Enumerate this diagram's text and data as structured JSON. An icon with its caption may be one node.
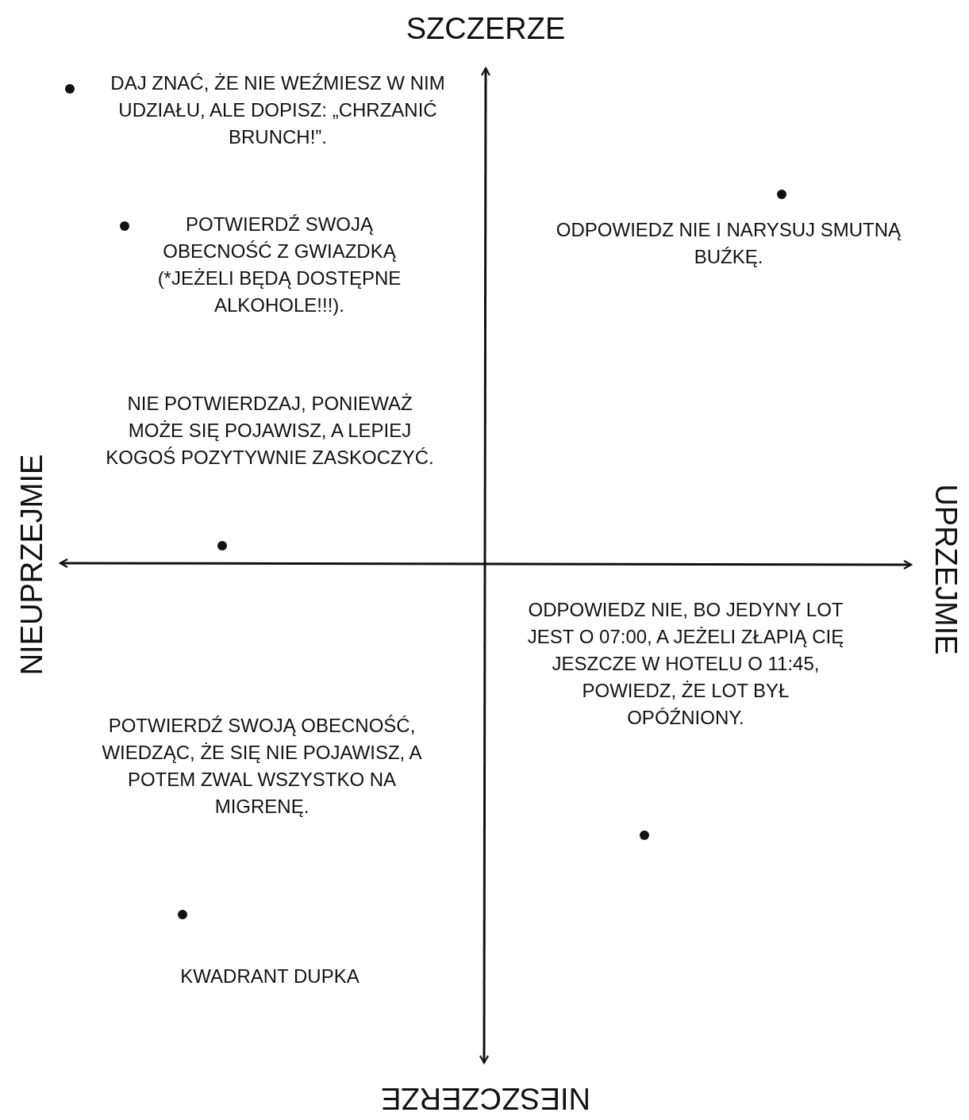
{
  "diagram": {
    "labels": [
      "SZCZERZE",
      "DAJ ZNAĆ, ŻE NIE WEŹMIESZ W NIM UDZIAŁU, ALE DOPISZ: „CHRZANIĆ BRUNCH!”.",
      "POTWIERDŹ SWOJĄ OBECNOŚĆ Z GWIAZDKĄ (*JEŻELI BĘDĄ DOSTĘPNE ALKOHOLE!!!).",
      "ODPOWIEDZ NIE I NARYSUJ SMUTNĄ BUŹKĘ.",
      "NIE POTWIERDZAJ, PONIEWAŻ MOŻE SIĘ POJAWISZ, A LEPIEJ KOGOŚ POZYTYWNIE ZASKOCZYĆ.",
      "NIEUPRZEJMIE",
      "UPRZEJMIE",
      "ODPOWIEDZ NIE, BO JEDYNY LOT JEST O 07:00, A JEŻELI ZŁAPIĄ CIĘ JESZCZE W HOTELU O 11:45, POWIEDZ, ŻE LOT BYŁ OPÓŹNIONY.",
      "POTWIERDŹ SWOJĄ OBECNOŚĆ, WIEDZĄC, ŻE SIĘ NIE POJAWISZ, A POTEM ZWAL WSZYSTKO NA MIGRENĘ.",
      "KWADRANT DUPKA",
      "NIESZCZERZE"
    ]
  }
}
